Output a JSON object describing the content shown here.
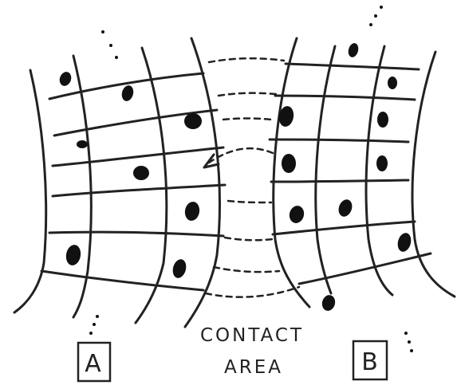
{
  "diagram": {
    "ink_color": "#222222",
    "background": "#ffffff",
    "contact_label_line1": "CONTACT",
    "contact_label_line2": "AREA",
    "label_a": "A",
    "label_b": "B"
  }
}
